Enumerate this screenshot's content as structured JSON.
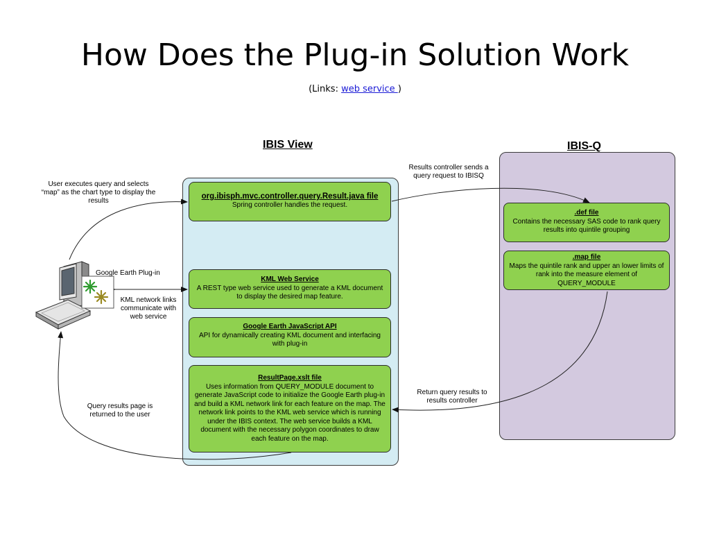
{
  "slide": {
    "title": "How Does the Plug-in Solution Work",
    "links_prefix": "(Links: ",
    "links_link": "web service ",
    "links_suffix": ")"
  },
  "ibis_view": {
    "title": "IBIS View",
    "boxes": [
      {
        "title": "org.ibisph.mvc.controller.query.Result.java file",
        "text": "Spring controller handles the request."
      },
      {
        "title": "KML Web Service",
        "text": "A REST type web service used to generate a KML document to display the desired map feature."
      },
      {
        "title": "Google Earth JavaScript API",
        "text": "API for dynamically creating KML document and interfacing with plug-in"
      },
      {
        "title": "ResultPage.xslt file",
        "text": "Uses information from QUERY_MODULE document to generate JavaScript code to initialize the Google Earth plug-in and build a KML network link for each feature on the map.  The network link points to the KML web service which is running under the IBIS context.  The web service builds a KML document with the necessary polygon coordinates to draw each feature on the map."
      }
    ]
  },
  "ibis_q": {
    "title": "IBIS-Q",
    "boxes": [
      {
        "title": ".def file",
        "text": "Contains the necessary SAS code to rank query results into quintile grouping"
      },
      {
        "title": ".map file",
        "text": "Maps the quintile rank and upper an lower limits of rank into the measure element of QUERY_MODULE"
      }
    ]
  },
  "notes": {
    "user_executes": "User executes query and selects “map” as the chart type to display the results",
    "results_controller": "Results controller sends a query request to IBISQ",
    "plugin": "Google Earth Plug-in",
    "kml_links": "KML network links communicate with web service",
    "query_results": "Query results page is returned to the user",
    "return_results": "Return query results to results controller"
  }
}
